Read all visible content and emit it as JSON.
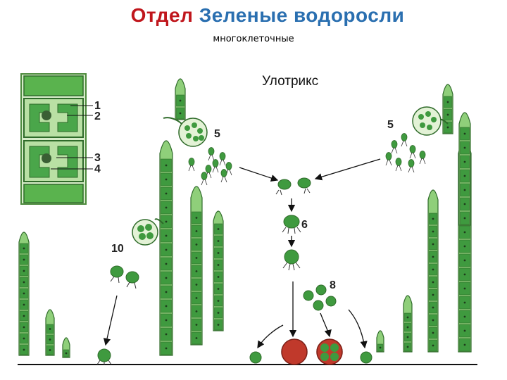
{
  "title": {
    "part1": "Отдел",
    "part2": "Зеленые водоросли"
  },
  "subtitle": "многоклеточные",
  "species": "Улотрикс",
  "labels": {
    "l1": "1",
    "l2": "2",
    "l3": "3",
    "l4": "4",
    "l5a": "5",
    "l5b": "5",
    "l6": "6",
    "l8": "8",
    "l10": "10"
  },
  "colors": {
    "title_accent": "#c0161c",
    "title_main": "#2a6fb0",
    "cell_fill": "#3f9a3f",
    "cell_light": "#8fcf7a",
    "zygote": "#c0392b"
  }
}
